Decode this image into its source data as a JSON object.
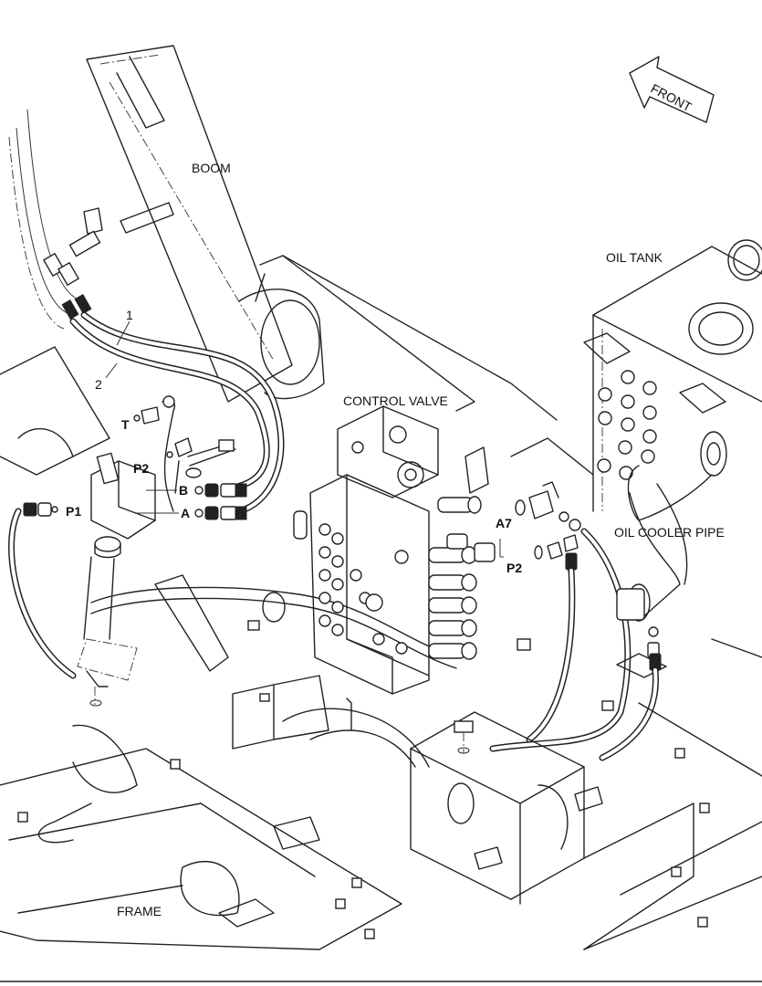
{
  "labels": {
    "boom": "BOOM",
    "oil_tank": "OIL TANK",
    "control_valve": "CONTROL VALVE",
    "oil_cooler_pipe": "OIL COOLER PIPE",
    "frame": "FRAME",
    "front": "FRONT"
  },
  "callouts": {
    "part_1": "1",
    "part_2": "2",
    "port_t": "T",
    "port_p2_left": "P2",
    "port_b": "B",
    "port_p1": "P1",
    "port_a": "A",
    "port_a7": "A7",
    "port_p2_right": "P2"
  }
}
